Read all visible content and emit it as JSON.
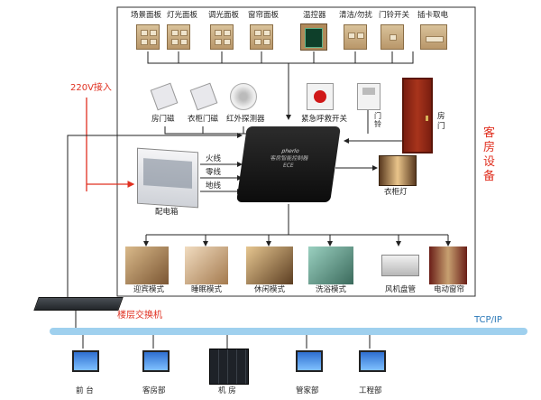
{
  "panels": [
    "场景面板",
    "灯光面板",
    "调光面板",
    "窗帘面板",
    "温控器",
    "清洁/勿扰",
    "门铃开关",
    "插卡取电"
  ],
  "sensors": [
    "房门磁",
    "衣柜门磁",
    "红外探测器",
    "紧急呼救开关",
    "门铃",
    "门"
  ],
  "sensor_room_door_suffix": "房",
  "side_title": "客房设备",
  "power_in": "220V接入",
  "wires": [
    "火线",
    "零线",
    "地线"
  ],
  "distribution_box": "配电箱",
  "controller": {
    "brand": "pherlo",
    "name": "客房智能控制器",
    "model": "ECE"
  },
  "wardrobe_light": "衣柜灯",
  "scenes": [
    "迎宾模式",
    "睡眠模式",
    "休闲模式",
    "洗浴模式",
    "风机盘管",
    "电动窗帘"
  ],
  "switch_label": "楼层交换机",
  "network_label": "TCP/IP",
  "stations": [
    "前 台",
    "客房部",
    "机 房",
    "管家部",
    "工程部"
  ],
  "colors": {
    "accent": "#e03020",
    "network": "#9fd0ee"
  }
}
